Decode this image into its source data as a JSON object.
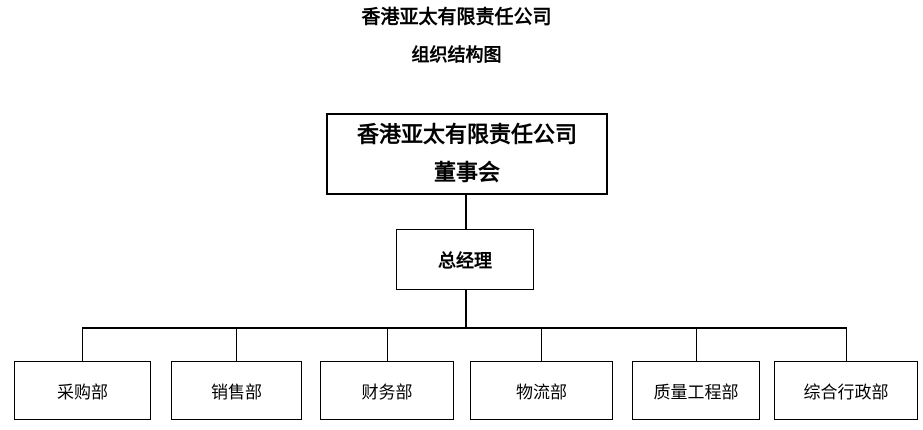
{
  "page_title": {
    "line1": "香港亚太有限责任公司",
    "line2": "组织结构图"
  },
  "org_chart": {
    "board": {
      "line1": "香港亚太有限责任公司",
      "line2": "董事会"
    },
    "general_manager": "总经理",
    "departments": [
      "采购部",
      "销售部",
      "财务部",
      "物流部",
      "质量工程部",
      "综合行政部"
    ],
    "line_color": "#000000",
    "box_border_color": "#000000",
    "background_color": "#ffffff"
  }
}
